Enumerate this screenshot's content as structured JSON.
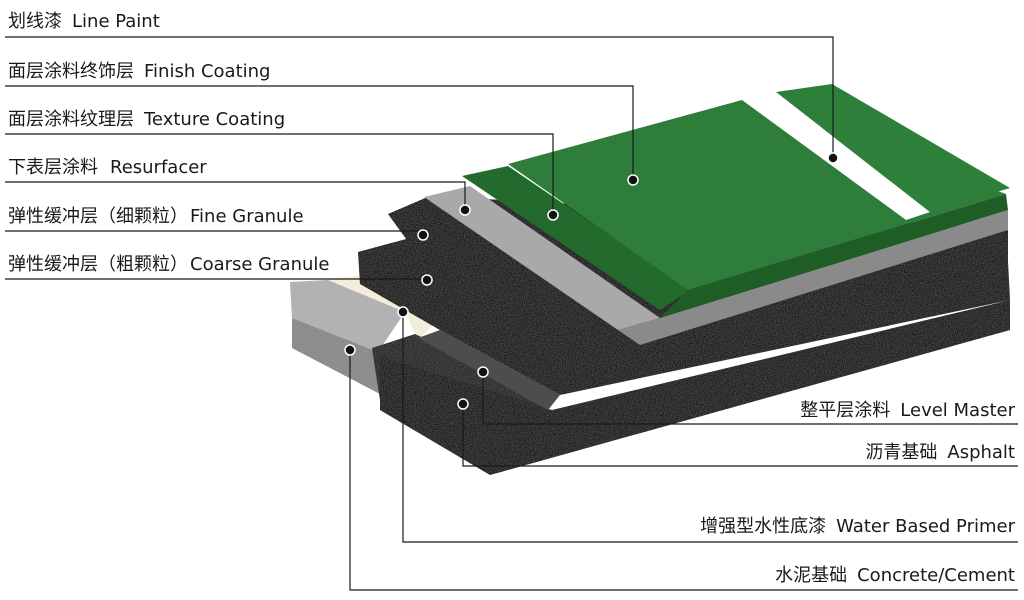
{
  "layers_left": [
    {
      "cn": "划线漆",
      "en": "Line Paint"
    },
    {
      "cn": "面层涂料终饰层",
      "en": "Finish Coating"
    },
    {
      "cn": "面层涂料纹理层",
      "en": "Texture Coating"
    },
    {
      "cn": "下表层涂料",
      "en": "Resurfacer"
    },
    {
      "cn": "弹性缓冲层（细颗粒）",
      "en": "Fine Granule"
    },
    {
      "cn": "弹性缓冲层（粗颗粒）",
      "en": "Coarse Granule"
    }
  ],
  "layers_right": [
    {
      "cn": "整平层涂料",
      "en": "Level Master"
    },
    {
      "cn": "沥青基础",
      "en": "Asphalt"
    },
    {
      "cn": "增强型水性底漆",
      "en": "Water Based Primer"
    },
    {
      "cn": "水泥基础",
      "en": "Concrete/Cement"
    }
  ],
  "colors": {
    "finish_green": "#2f7d3a",
    "texture_green": "#236b2c",
    "line_white": "#ffffff",
    "resurfacer_gray": "#a9a9a9",
    "granule_black": "#1c1c1c",
    "primer_cream": "#f3eedc",
    "concrete_gray": "#8d8d8d"
  }
}
